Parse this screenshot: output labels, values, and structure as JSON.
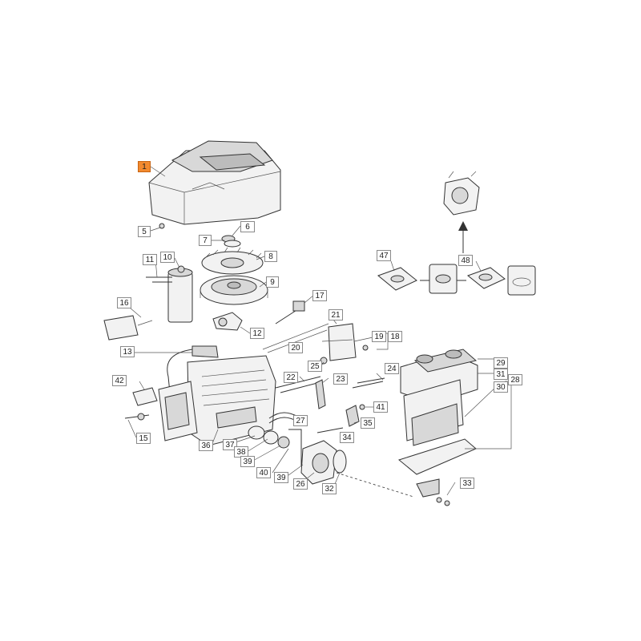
{
  "callouts": [
    {
      "id": "1",
      "selected": true
    },
    {
      "id": "5"
    },
    {
      "id": "6"
    },
    {
      "id": "7"
    },
    {
      "id": "8"
    },
    {
      "id": "9"
    },
    {
      "id": "10"
    },
    {
      "id": "11"
    },
    {
      "id": "12"
    },
    {
      "id": "13"
    },
    {
      "id": "15"
    },
    {
      "id": "16"
    },
    {
      "id": "17"
    },
    {
      "id": "18"
    },
    {
      "id": "19"
    },
    {
      "id": "20"
    },
    {
      "id": "21"
    },
    {
      "id": "22"
    },
    {
      "id": "23"
    },
    {
      "id": "24"
    },
    {
      "id": "25"
    },
    {
      "id": "26"
    },
    {
      "id": "27"
    },
    {
      "id": "28"
    },
    {
      "id": "29"
    },
    {
      "id": "30"
    },
    {
      "id": "31"
    },
    {
      "id": "32"
    },
    {
      "id": "33"
    },
    {
      "id": "34"
    },
    {
      "id": "35"
    },
    {
      "id": "36"
    },
    {
      "id": "37"
    },
    {
      "id": "38"
    },
    {
      "id": "39"
    },
    {
      "id": "39b",
      "text": "39"
    },
    {
      "id": "40"
    },
    {
      "id": "41"
    },
    {
      "id": "42"
    },
    {
      "id": "47"
    },
    {
      "id": "48"
    }
  ],
  "colors": {
    "selected_fill": "#f28a2e",
    "label_border": "#8a8a8a",
    "line": "#333333"
  }
}
